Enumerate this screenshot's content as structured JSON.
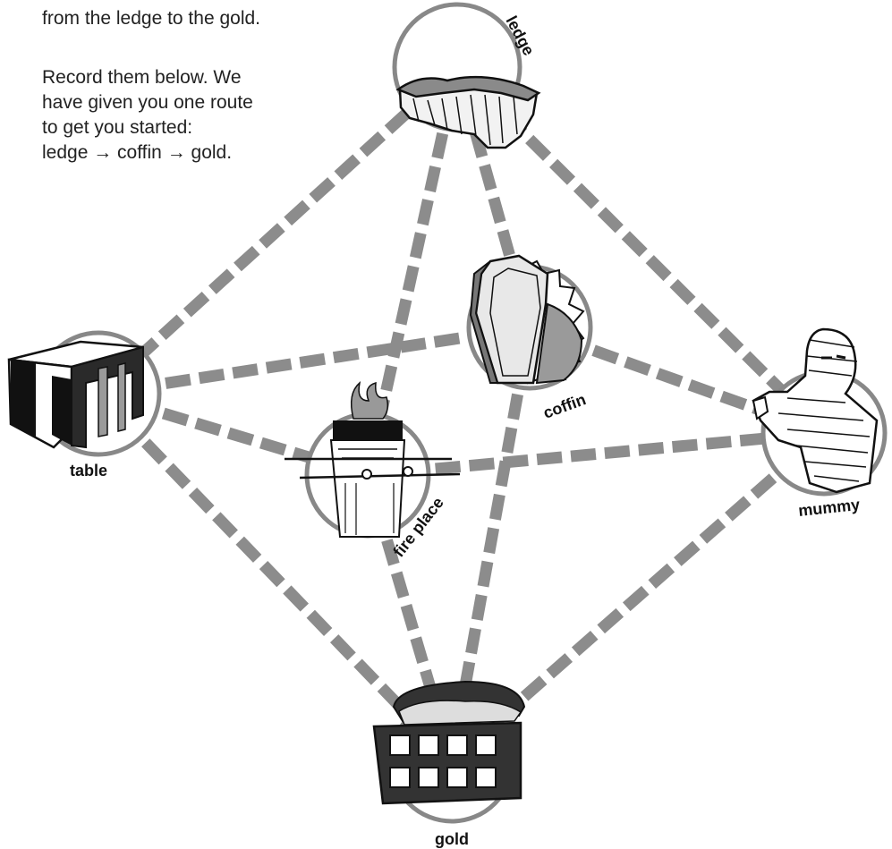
{
  "intro": {
    "line1": "from the ledge to the gold.",
    "p2_lines": [
      "Record them below. We",
      "have given you one route",
      "to get you started:",
      "ledge → coffin → gold."
    ]
  },
  "nodes": {
    "ledge": "ledge",
    "coffin": "coffin",
    "table": "table",
    "fire_place": "fire place",
    "mummy": "mummy",
    "gold": "gold"
  },
  "edges": [
    [
      "ledge",
      "table"
    ],
    [
      "ledge",
      "fire_place"
    ],
    [
      "ledge",
      "coffin"
    ],
    [
      "ledge",
      "mummy"
    ],
    [
      "table",
      "coffin"
    ],
    [
      "table",
      "fire_place"
    ],
    [
      "table",
      "gold"
    ],
    [
      "coffin",
      "mummy"
    ],
    [
      "coffin",
      "gold"
    ],
    [
      "fire_place",
      "mummy"
    ],
    [
      "fire_place",
      "gold"
    ],
    [
      "mummy",
      "gold"
    ]
  ],
  "colors": {
    "edge": "#8c8c8c",
    "circle_stroke": "#888888",
    "ink": "#111111"
  }
}
